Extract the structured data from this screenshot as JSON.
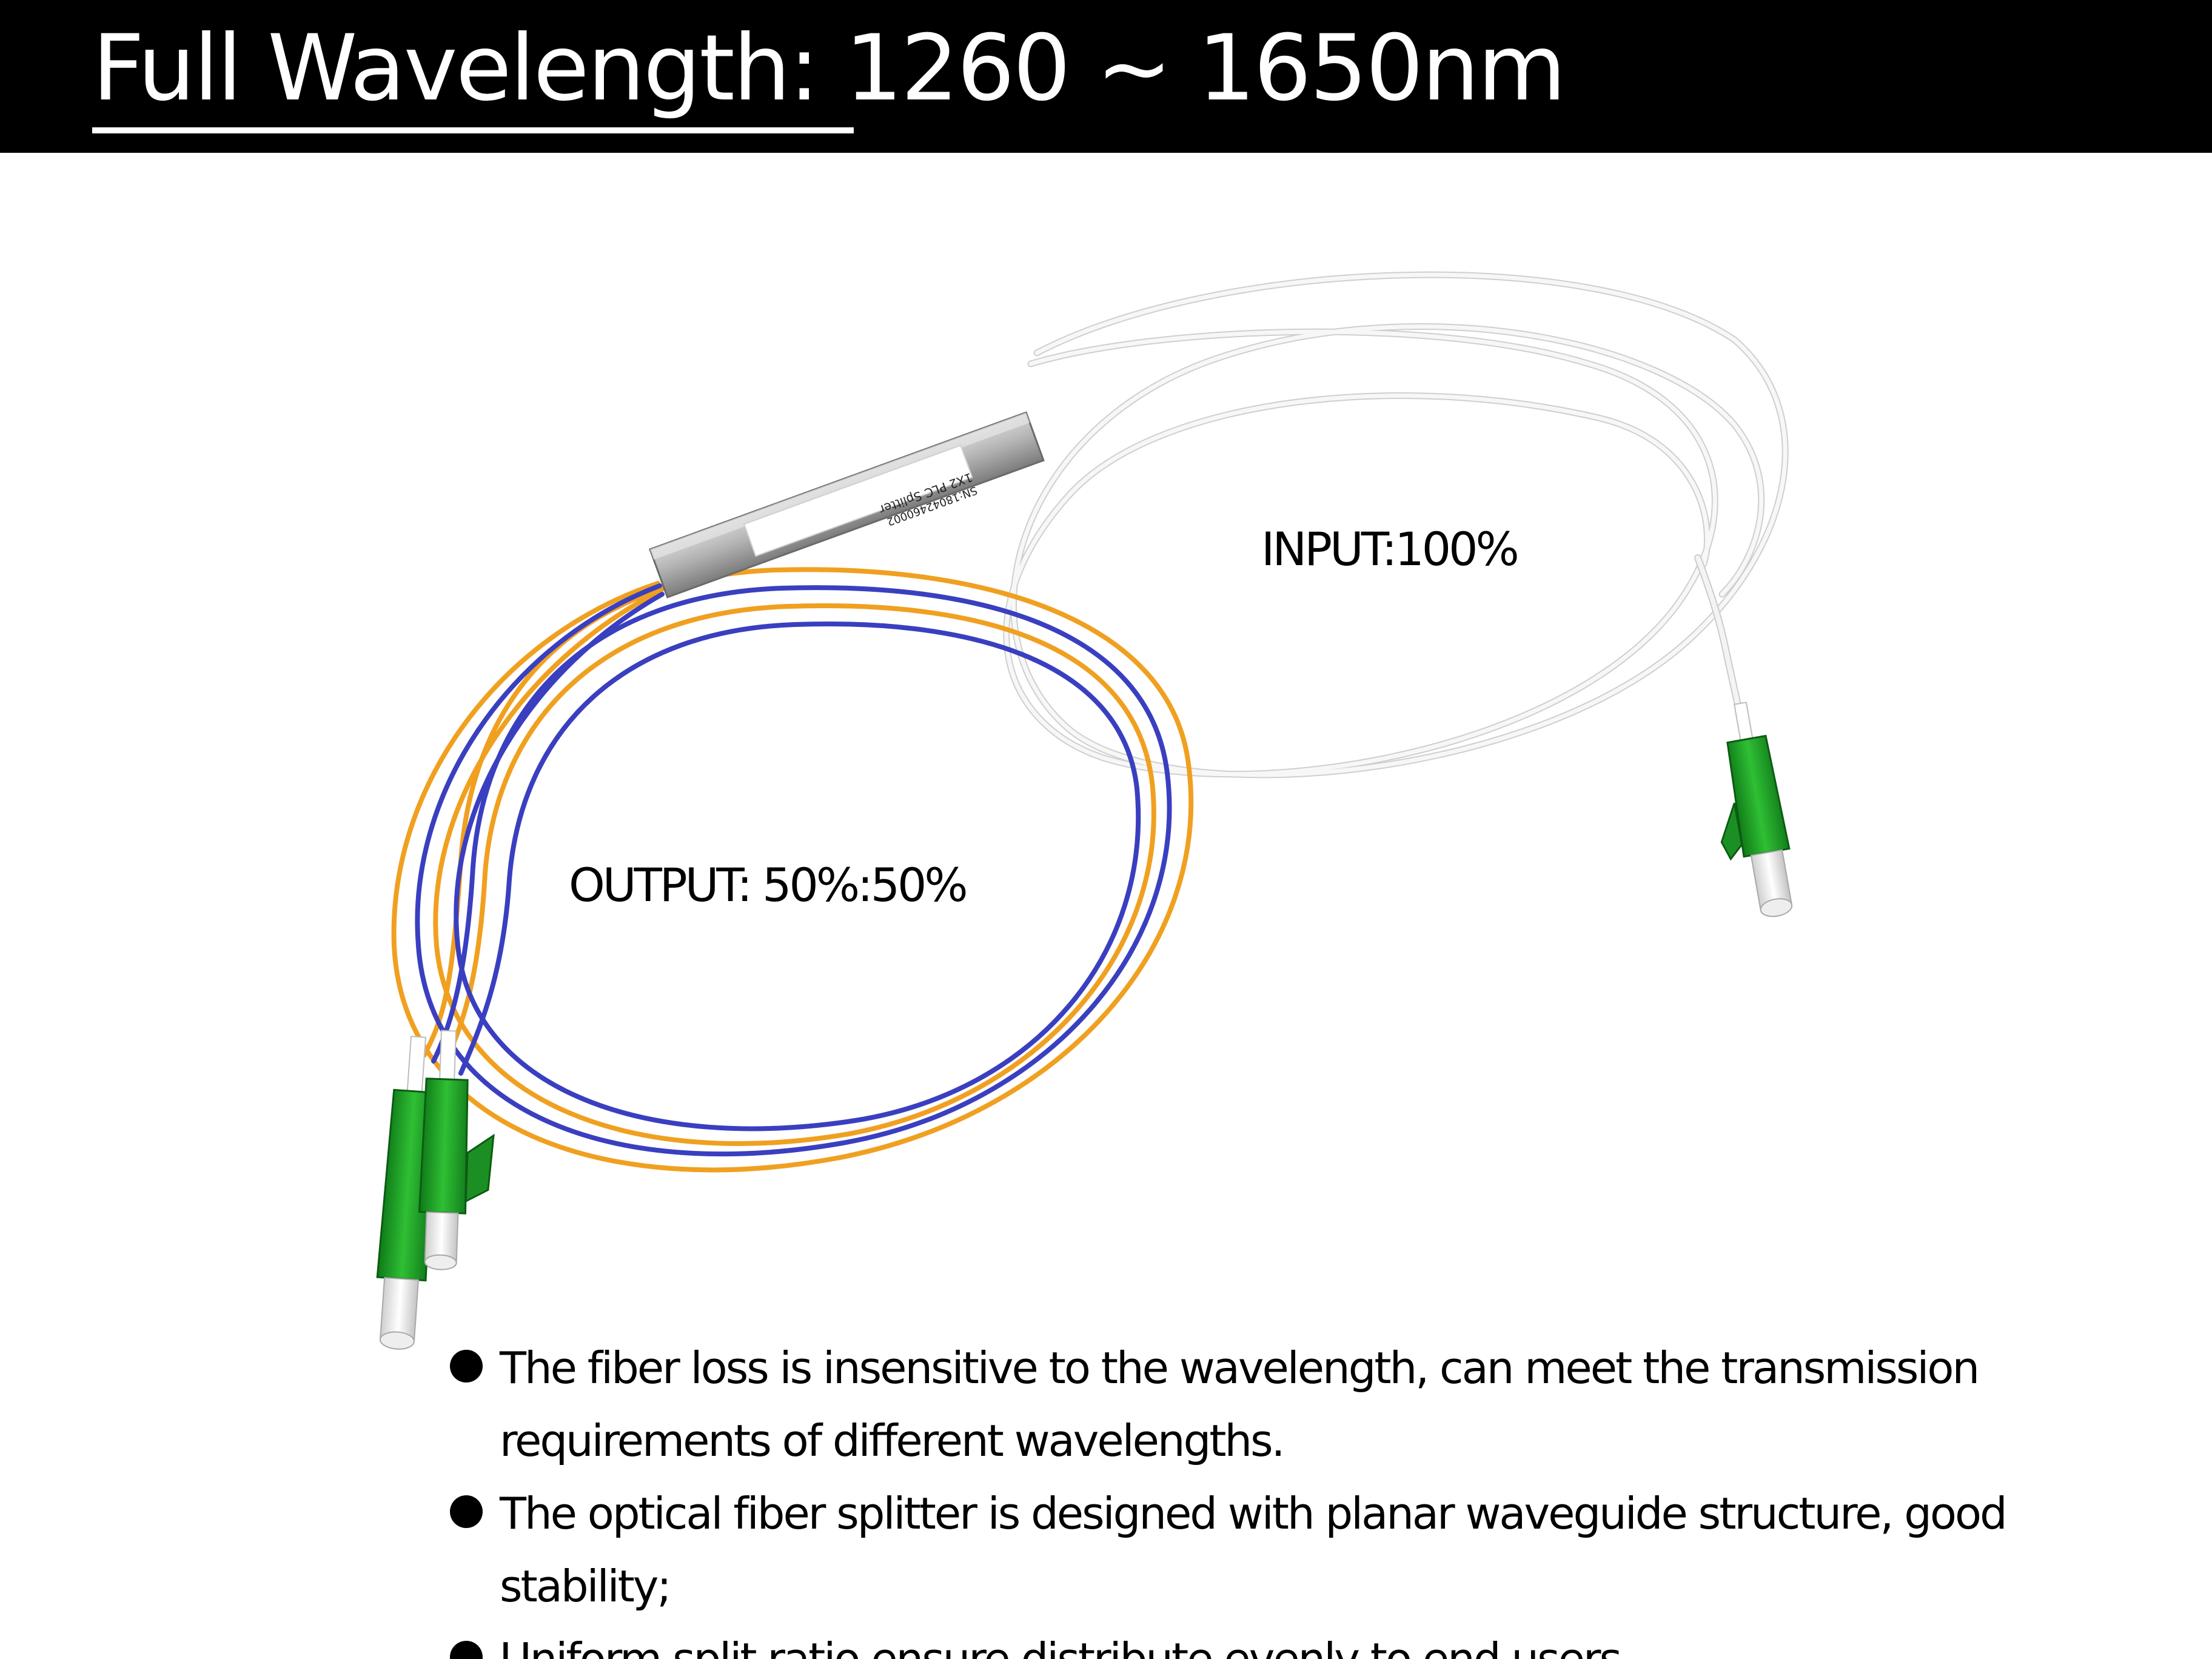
{
  "banner": {
    "title_label": "Full Wavelength:",
    "title_range": "1260 ~ 1650nm",
    "background": "#000000",
    "text_color": "#ffffff"
  },
  "product": {
    "module_label_line1": "1X2 PLC Splitter",
    "module_label_line2": "SN:18042460002",
    "connector_color": "#22a42a",
    "input_fiber_color": "#f4f4f4",
    "output_fiber_colors": [
      "#f0a020",
      "#3a3fc0"
    ]
  },
  "annotations": {
    "input": "INPUT:100%",
    "output": "OUTPUT: 50%:50%"
  },
  "features": [
    "The fiber loss is insensitive to the wavelength, can meet the transmission requirements of different wavelengths.",
    "The optical fiber splitter is designed with planar waveguide structure, good stability;",
    "Uniform split ratio ensure distribute evenly to end users."
  ]
}
